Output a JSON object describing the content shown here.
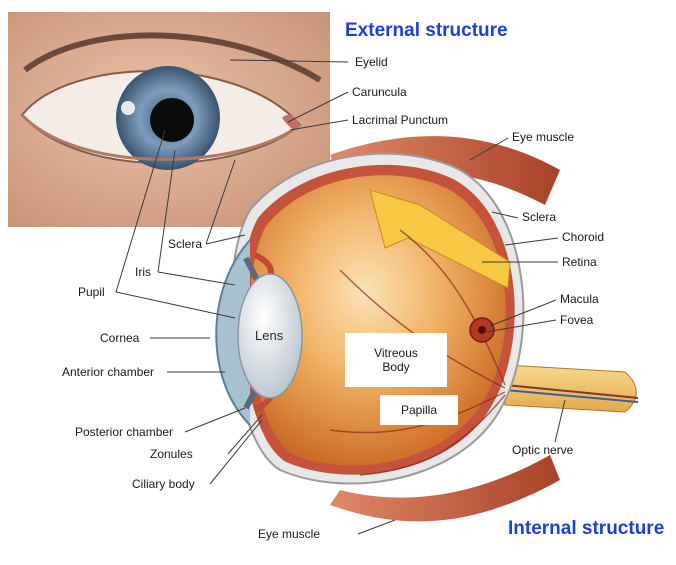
{
  "headings": {
    "external": "External structure",
    "internal": "Internal structure"
  },
  "labels": {
    "eyelid": "Eyelid",
    "caruncula": "Caruncula",
    "lacrimal_punctum": "Lacrimal  Punctum",
    "eye_muscle_top": "Eye muscle",
    "sclera_right": "Sclera",
    "choroid": "Choroid",
    "retina": "Retina",
    "macula": "Macula",
    "fovea": "Fovea",
    "optic_nerve": "Optic nerve",
    "eye_muscle_bottom": "Eye muscle",
    "sclera_left": "Sclera",
    "iris": "Iris",
    "pupil": "Pupil",
    "cornea": "Cornea",
    "anterior_chamber": "Anterior chamber",
    "posterior_chamber": "Posterior chamber",
    "zonules": "Zonules",
    "ciliary_body": "Ciliary body",
    "lens": "Lens",
    "vitreous_body": "Vitreous Body",
    "papilla": "Papilla"
  },
  "colors": {
    "heading": "#1f3fd6",
    "leader": "#3a3a3a",
    "iris": "#6f8fae",
    "eyeball": "#d9822b",
    "retina": "#f2c15a",
    "muscle": "#c0563a"
  }
}
